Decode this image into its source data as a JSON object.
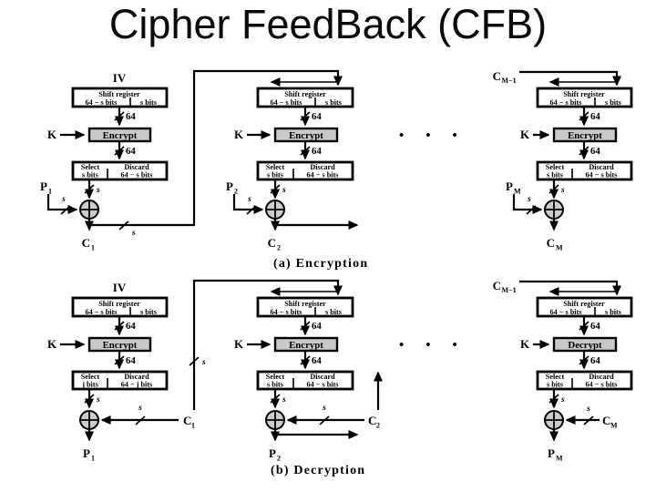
{
  "slide": {
    "title": "Cipher FeedBack (CFB)"
  },
  "colors": {
    "ink": "#000000",
    "cipher_box_fill": "#c9c9c9",
    "xor_fill": "#cccccc",
    "background": "#ffffff"
  },
  "diagram": {
    "iv": "IV",
    "key": "K",
    "shift_register": "Shift register",
    "reg_left": "64 − s bits",
    "reg_right": "s bits",
    "bus64": "64",
    "s": "s",
    "select": "Select",
    "discard": "Discard",
    "sel_s": "s bits",
    "dis_s": "64 − s bits",
    "sel_j": "j bits",
    "dis_j": "64 − j bits",
    "dots": "•••",
    "encryption": {
      "caption": "(a) Encryption",
      "stage1": {
        "cipher": "Encrypt",
        "in": "P",
        "in_sub": "1",
        "out": "C",
        "out_sub": "1"
      },
      "stage2": {
        "cipher": "Encrypt",
        "in": "P",
        "in_sub": "2",
        "out": "C",
        "out_sub": "2"
      },
      "stage3": {
        "cipher": "Encrypt",
        "top": "C",
        "top_sub": "M−1",
        "in": "P",
        "in_sub": "M",
        "out": "C",
        "out_sub": "M"
      }
    },
    "decryption": {
      "caption": "(b) Decryption",
      "stage1": {
        "cipher": "Encrypt",
        "in": "C",
        "in_sub": "1",
        "out": "P",
        "out_sub": "1"
      },
      "stage2": {
        "cipher": "Encrypt",
        "in": "C",
        "in_sub": "2",
        "out": "P",
        "out_sub": "2"
      },
      "stage3": {
        "cipher": "Decrypt",
        "top": "C",
        "top_sub": "M−1",
        "in": "C",
        "in_sub": "M",
        "out": "P",
        "out_sub": "M"
      }
    }
  }
}
